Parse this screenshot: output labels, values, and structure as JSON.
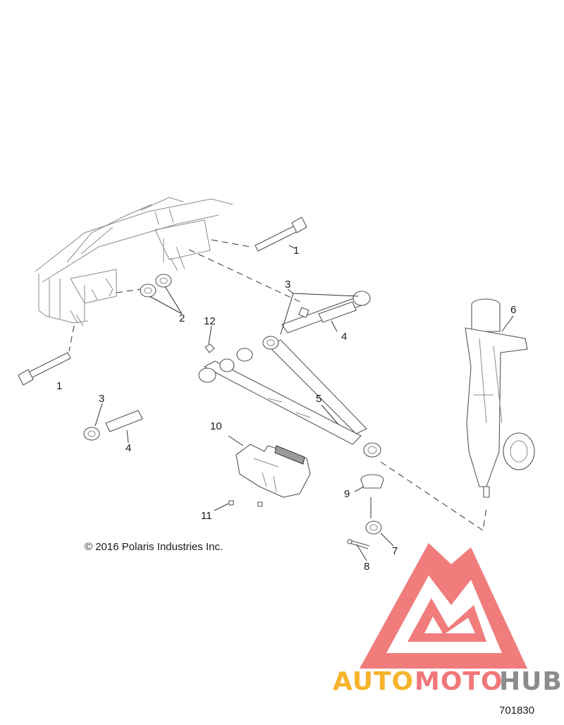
{
  "callouts": {
    "c1_top": "1",
    "c1_left": "1",
    "c2": "2",
    "c3_top": "3",
    "c3_left": "3",
    "c4_top": "4",
    "c4_left": "4",
    "c5": "5",
    "c6": "6",
    "c7": "7",
    "c8": "8",
    "c9": "9",
    "c10": "10",
    "c11": "11",
    "c12": "12"
  },
  "copyright": "© 2016 Polaris Industries Inc.",
  "figure_number": "701830",
  "watermark": {
    "word_part1": "AUTO",
    "word_part2": "MOTO",
    "word_part3": "HUB",
    "colors": {
      "logo": "#ef6e6e",
      "auto": "#f7b32b",
      "moto": "#f0787a",
      "hub": "#8c8c8c"
    }
  },
  "icons": [
    "watermark-logo-icon"
  ]
}
